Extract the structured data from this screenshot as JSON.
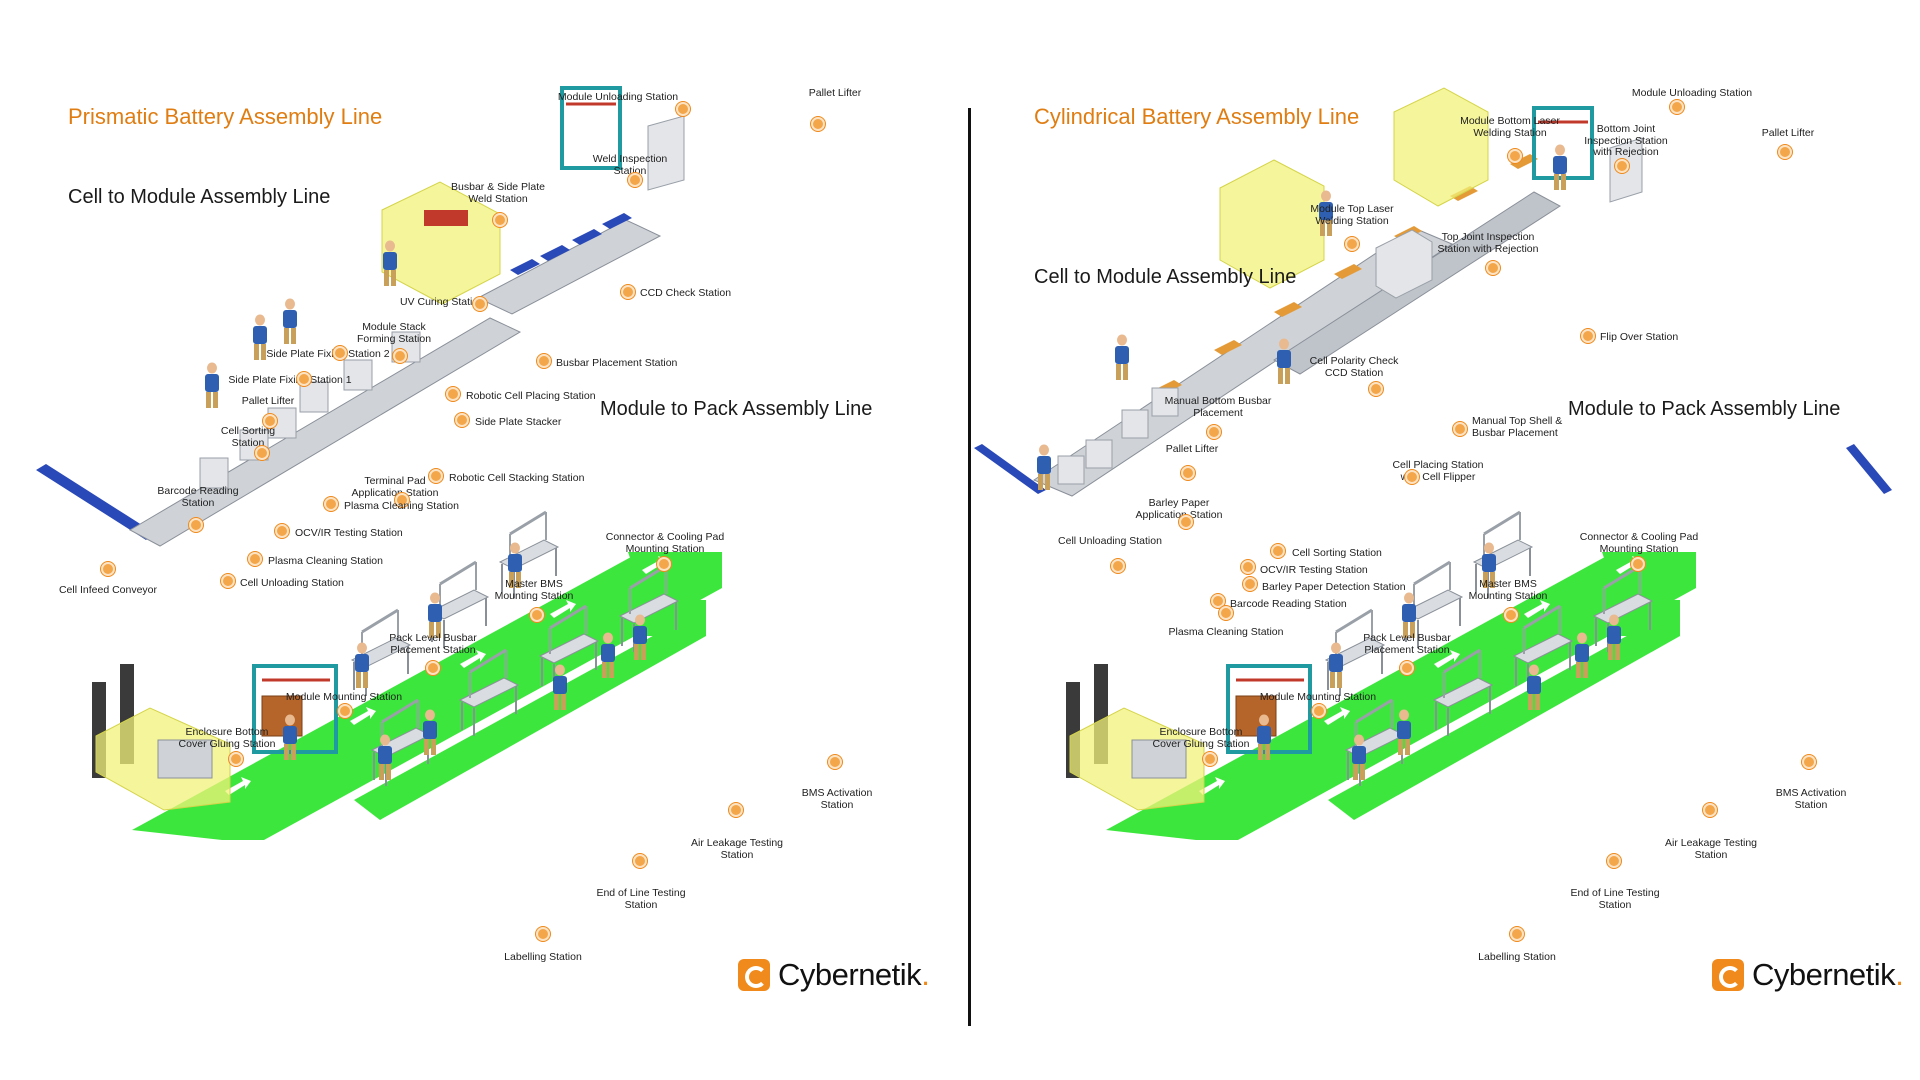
{
  "left": {
    "title": "Prismatic Battery Assembly Line",
    "sub_cell": "Cell to Module Assembly Line",
    "sub_pack": "Module to Pack Assembly Line",
    "labels": [
      {
        "text": "Module Unloading Station"
      },
      {
        "text": "Pallet Lifter"
      },
      {
        "text": "Weld Inspection\nStation"
      },
      {
        "text": "Busbar & Side Plate\nWeld Station"
      },
      {
        "text": "CCD Check Station"
      },
      {
        "text": "UV Curing Station"
      },
      {
        "text": "Module Stack\nForming Station"
      },
      {
        "text": "Busbar Placement Station"
      },
      {
        "text": "Side Plate Fixing Station 2"
      },
      {
        "text": "Side Plate Fixing Station 1"
      },
      {
        "text": "Robotic Cell Placing Station"
      },
      {
        "text": "Pallet Lifter"
      },
      {
        "text": "Side Plate Stacker"
      },
      {
        "text": "Cell Sorting\nStation"
      },
      {
        "text": "Terminal Pad\nApplication Station"
      },
      {
        "text": "Robotic Cell Stacking Station"
      },
      {
        "text": "Barcode Reading\nStation"
      },
      {
        "text": "Plasma Cleaning Station"
      },
      {
        "text": "OCV/IR Testing Station"
      },
      {
        "text": "Plasma Cleaning Station"
      },
      {
        "text": "Cell Unloading Station"
      },
      {
        "text": "Cell Infeed Conveyor"
      }
    ],
    "pack_labels": [
      {
        "text": "Connector & Cooling Pad\nMounting Station"
      },
      {
        "text": "Master BMS\nMounting Station"
      },
      {
        "text": "Pack Level Busbar\nPlacement Station"
      },
      {
        "text": "Module Mounting Station"
      },
      {
        "text": "Enclosure Bottom\nCover Gluing Station"
      },
      {
        "text": "BMS Activation\nStation"
      },
      {
        "text": "Air Leakage Testing\nStation"
      },
      {
        "text": "End of Line Testing\nStation"
      },
      {
        "text": "Labelling Station"
      }
    ]
  },
  "right": {
    "title": "Cylindrical Battery Assembly Line",
    "sub_cell": "Cell to Module Assembly Line",
    "sub_pack": "Module to Pack Assembly Line",
    "labels": [
      {
        "text": "Module Unloading Station"
      },
      {
        "text": "Module Bottom Laser\nWelding Station"
      },
      {
        "text": "Bottom Joint\nInspection Station\nwith Rejection"
      },
      {
        "text": "Pallet Lifter"
      },
      {
        "text": "Module Top Laser\nWelding Station"
      },
      {
        "text": "Top Joint Inspection\nStation with Rejection"
      },
      {
        "text": "Flip Over Station"
      },
      {
        "text": "Cell Polarity Check\nCCD Station"
      },
      {
        "text": "Manual Bottom Busbar\nPlacement"
      },
      {
        "text": "Manual Top Shell &\nBusbar Placement"
      },
      {
        "text": "Pallet Lifter"
      },
      {
        "text": "Cell Placing Station\nwith Cell Flipper"
      },
      {
        "text": "Barley Paper\nApplication Station"
      },
      {
        "text": "Cell Unloading Station"
      },
      {
        "text": "Cell Sorting Station"
      },
      {
        "text": "OCV/IR Testing Station"
      },
      {
        "text": "Barley Paper Detection Station"
      },
      {
        "text": "Barcode Reading Station"
      },
      {
        "text": "Plasma Cleaning Station"
      }
    ],
    "pack_labels": [
      {
        "text": "Connector & Cooling Pad\nMounting Station"
      },
      {
        "text": "Master BMS\nMounting Station"
      },
      {
        "text": "Pack Level Busbar\nPlacement Station"
      },
      {
        "text": "Module Mounting Station"
      },
      {
        "text": "Enclosure Bottom\nCover Gluing Station"
      },
      {
        "text": "BMS Activation\nStation"
      },
      {
        "text": "Air Leakage Testing\nStation"
      },
      {
        "text": "End of Line Testing\nStation"
      },
      {
        "text": "Labelling Station"
      }
    ]
  },
  "logo": {
    "text": "Cybernetik",
    "dot": "."
  },
  "colors": {
    "title": "#e07d12",
    "marker": "#f4a64a",
    "floor": "#3de63d",
    "enclosure": "#f2f27a",
    "conveyor": "#2a49b8",
    "frame": "#1f9aa0"
  }
}
